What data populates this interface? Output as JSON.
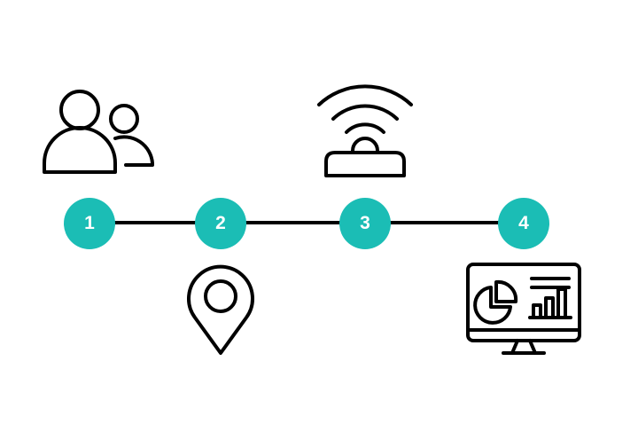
{
  "colors": {
    "accent": "#1bbdb5",
    "line": "#000000"
  },
  "steps": [
    {
      "label": "1",
      "icon": "users-icon"
    },
    {
      "label": "2",
      "icon": "location-pin-icon"
    },
    {
      "label": "3",
      "icon": "wifi-router-icon"
    },
    {
      "label": "4",
      "icon": "monitor-analytics-icon"
    }
  ]
}
